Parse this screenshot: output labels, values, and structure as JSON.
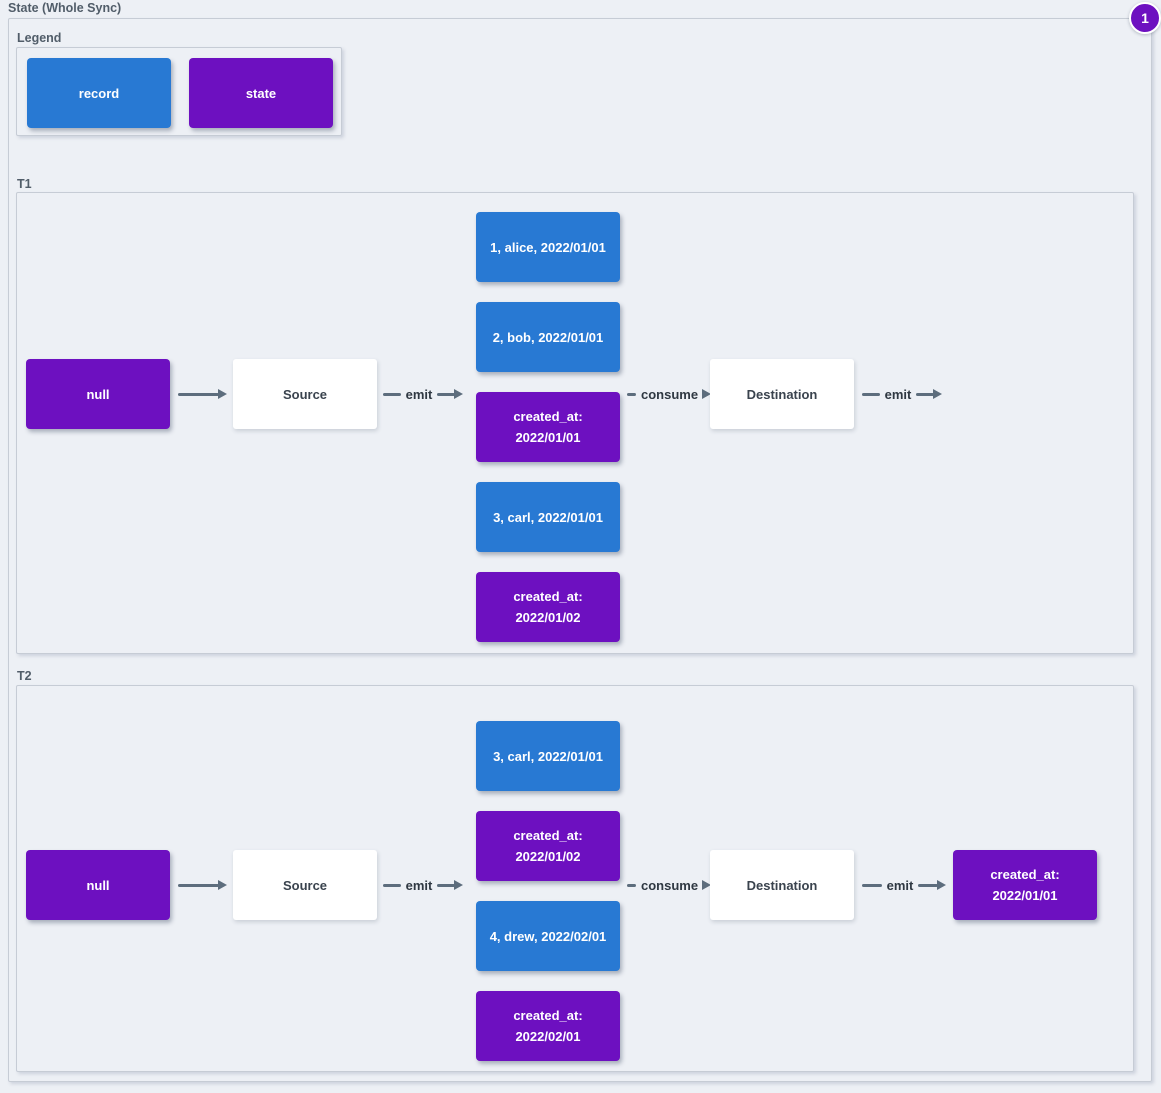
{
  "title": "State (Whole Sync)",
  "badge": "1",
  "colors": {
    "record": "#2879d3",
    "state": "#6d10c0",
    "background": "#edf0f5",
    "surface": "#ffffff",
    "border": "#c6ccd5",
    "arrow": "#5d6d7d",
    "label": "#515d69",
    "edge_text": "#2f3842"
  },
  "legend": {
    "label": "Legend",
    "items": [
      {
        "label": "record",
        "type": "record"
      },
      {
        "label": "state",
        "type": "state"
      }
    ]
  },
  "sections": [
    {
      "label": "T1",
      "input_state": "null",
      "source": "Source",
      "emit_in": "emit",
      "stack": [
        {
          "label": "1, alice, 2022/01/01",
          "type": "record"
        },
        {
          "label": "2, bob, 2022/01/01",
          "type": "record"
        },
        {
          "label": "created_at:\n2022/01/01",
          "type": "state"
        },
        {
          "label": "3, carl, 2022/01/01",
          "type": "record"
        },
        {
          "label": "created_at:\n2022/01/02",
          "type": "state"
        }
      ],
      "consume": "consume",
      "destination": "Destination",
      "emit_out": "emit"
    },
    {
      "label": "T2",
      "input_state": "null",
      "source": "Source",
      "emit_in": "emit",
      "stack": [
        {
          "label": "3, carl, 2022/01/01",
          "type": "record"
        },
        {
          "label": "created_at:\n2022/01/02",
          "type": "state"
        },
        {
          "label": "4, drew, 2022/02/01",
          "type": "record"
        },
        {
          "label": "created_at:\n2022/02/01",
          "type": "state"
        }
      ],
      "consume": "consume",
      "destination": "Destination",
      "emit_out": "emit",
      "output_state": {
        "label": "created_at:\n2022/01/01",
        "type": "state"
      }
    }
  ]
}
